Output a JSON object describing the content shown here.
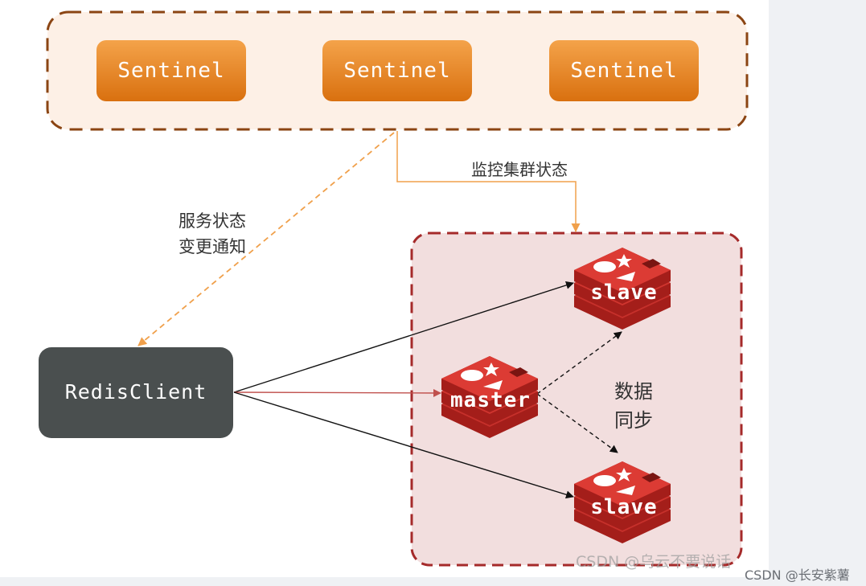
{
  "sentinels": [
    "Sentinel",
    "Sentinel",
    "Sentinel"
  ],
  "client": {
    "label": "RedisClient"
  },
  "redis_nodes": {
    "master": "master",
    "slave_top": "slave",
    "slave_bottom": "slave"
  },
  "labels": {
    "monitor": "监控集群状态",
    "notify_line1": "服务状态",
    "notify_line2": "变更通知",
    "sync_line1": "数据",
    "sync_line2": "同步"
  },
  "watermarks": {
    "inner": "CSDN @乌云不要说话",
    "outer": "CSDN @长安紫薯"
  },
  "colors": {
    "sentinel_fill": "#e8821e",
    "sentinel_group_fill": "#fdf0e6",
    "sentinel_group_border": "#8b4513",
    "cluster_fill": "#f2dede",
    "cluster_border": "#a52a2a",
    "client_fill": "#4a4f4f",
    "redis_red": "#c6302b",
    "orange_line": "#f0a04b"
  }
}
